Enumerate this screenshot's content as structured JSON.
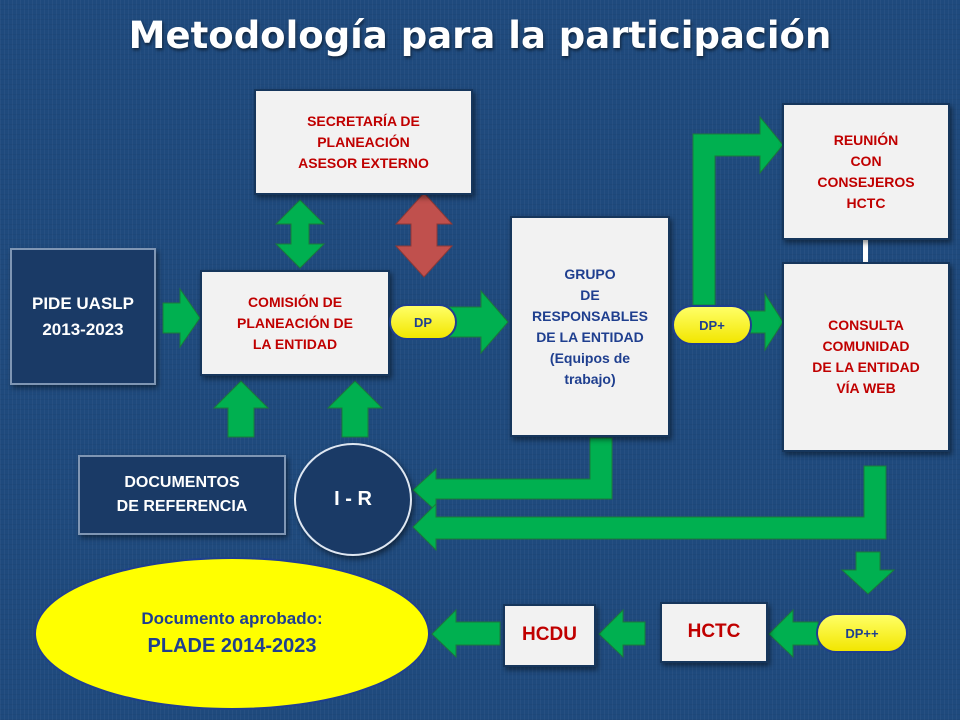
{
  "title": "Metodología para la participación",
  "nodes": {
    "pide": "PIDE UASLP\n2013-2023",
    "comision": "COMISIÓN DE\nPLANEACIÓN DE\nLA ENTIDAD",
    "secretaria": "SECRETARÍA DE\nPLANEACIÓN\nASESOR EXTERNO",
    "grupo": "GRUPO\nDE\nRESPONSABLES\nDE LA ENTIDAD\n(Equipos de\ntrabajo)",
    "reunion": "REUNIÓN\nCON\nCONSEJEROS\nHCTC",
    "consulta": "CONSULTA\nCOMUNIDAD\nDE LA ENTIDAD\nVÍA WEB",
    "documentos": "DOCUMENTOS\nDE REFERENCIA",
    "ir": "I - R",
    "hctc": "HCTC",
    "hcdu": "HCDU"
  },
  "badges": {
    "dp": "DP",
    "dp_plus": "DP+",
    "dp_plus_plus": "DP++"
  },
  "final": {
    "caption": "Documento aprobado:",
    "name": "PLADE 2014-2023"
  },
  "colors": {
    "background": "#1f4a7d",
    "arrow_green": "#00b050",
    "arrow_red": "#c0504d",
    "box_fill": "#f2f2f2",
    "text_red": "#c00000",
    "text_blue": "#1f3f8f",
    "highlight_yellow": "#ffff00"
  }
}
